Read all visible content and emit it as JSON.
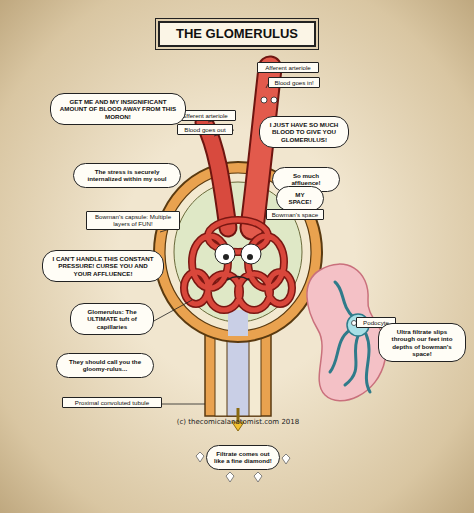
{
  "diagram": {
    "title": "THE GLOMERULUS",
    "caption": "(c) thecomicalanatomist.com 2018",
    "nodes": [
      {
        "text": [
          "Afferent arteriole"
        ]
      },
      {
        "text": [
          "Blood goes in!"
        ]
      },
      {
        "text": [
          "Efferent arteriole"
        ]
      },
      {
        "text": [
          "Blood goes out"
        ]
      },
      {
        "text": [
          "GET ME AND MY INSIGNIFICANT AMOUNT OF BLOOD AWAY FROM THIS MORON!"
        ]
      },
      {
        "text": [
          "I JUST HAVE SO MUCH BLOOD TO GIVE YOU GLOMERULUS!"
        ]
      },
      {
        "text": [
          "The stress is securely internalized within my soul"
        ]
      },
      {
        "text": [
          "So much affluence!"
        ]
      },
      {
        "text": [
          "MY SPACE!"
        ]
      },
      {
        "text": [
          "Bowman's capsule: Multiple layers of FUN!"
        ]
      },
      {
        "text": [
          "Bowman's space"
        ]
      },
      {
        "text": [
          "I CAN'T HANDLE THIS CONSTANT PRESSURE! CURSE YOU AND YOUR AFFLUENCE!"
        ]
      },
      {
        "text": [
          "Glomerulus: The ULTIMATE tuft of capillaries"
        ]
      },
      {
        "text": [
          "Podocyte"
        ]
      },
      {
        "text": [
          "Ultra filtrate slips through our feet into depths of bowman's space!"
        ]
      },
      {
        "text": [
          "They should call you the gloomy-rulus..."
        ]
      },
      {
        "text": [
          "Proximal convoluted tubule"
        ]
      },
      {
        "text": [
          "Filtrate comes out like a fine diamond!"
        ]
      }
    ]
  }
}
